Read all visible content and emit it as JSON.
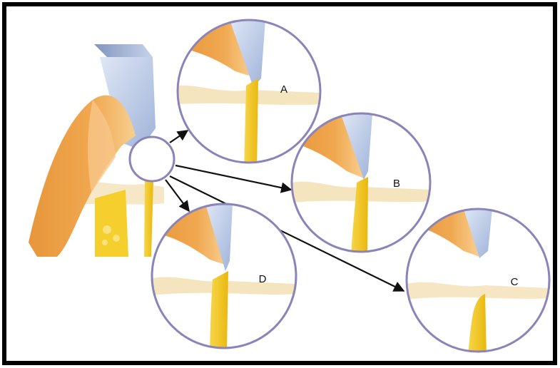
{
  "diagram": {
    "panels": [
      {
        "id": "A",
        "label": "A"
      },
      {
        "id": "B",
        "label": "B"
      },
      {
        "id": "C",
        "label": "C"
      },
      {
        "id": "D",
        "label": "D"
      }
    ]
  },
  "colors": {
    "frame": "#000000",
    "circle_outline": "#8a84b8",
    "gum_orange": "#e8963a",
    "gum_light": "#f6c27a",
    "tooth_blue": "#b8c8e6",
    "root_yellow": "#f2c51c",
    "bone_beige": "#f3dca8",
    "arrow": "#111111"
  }
}
